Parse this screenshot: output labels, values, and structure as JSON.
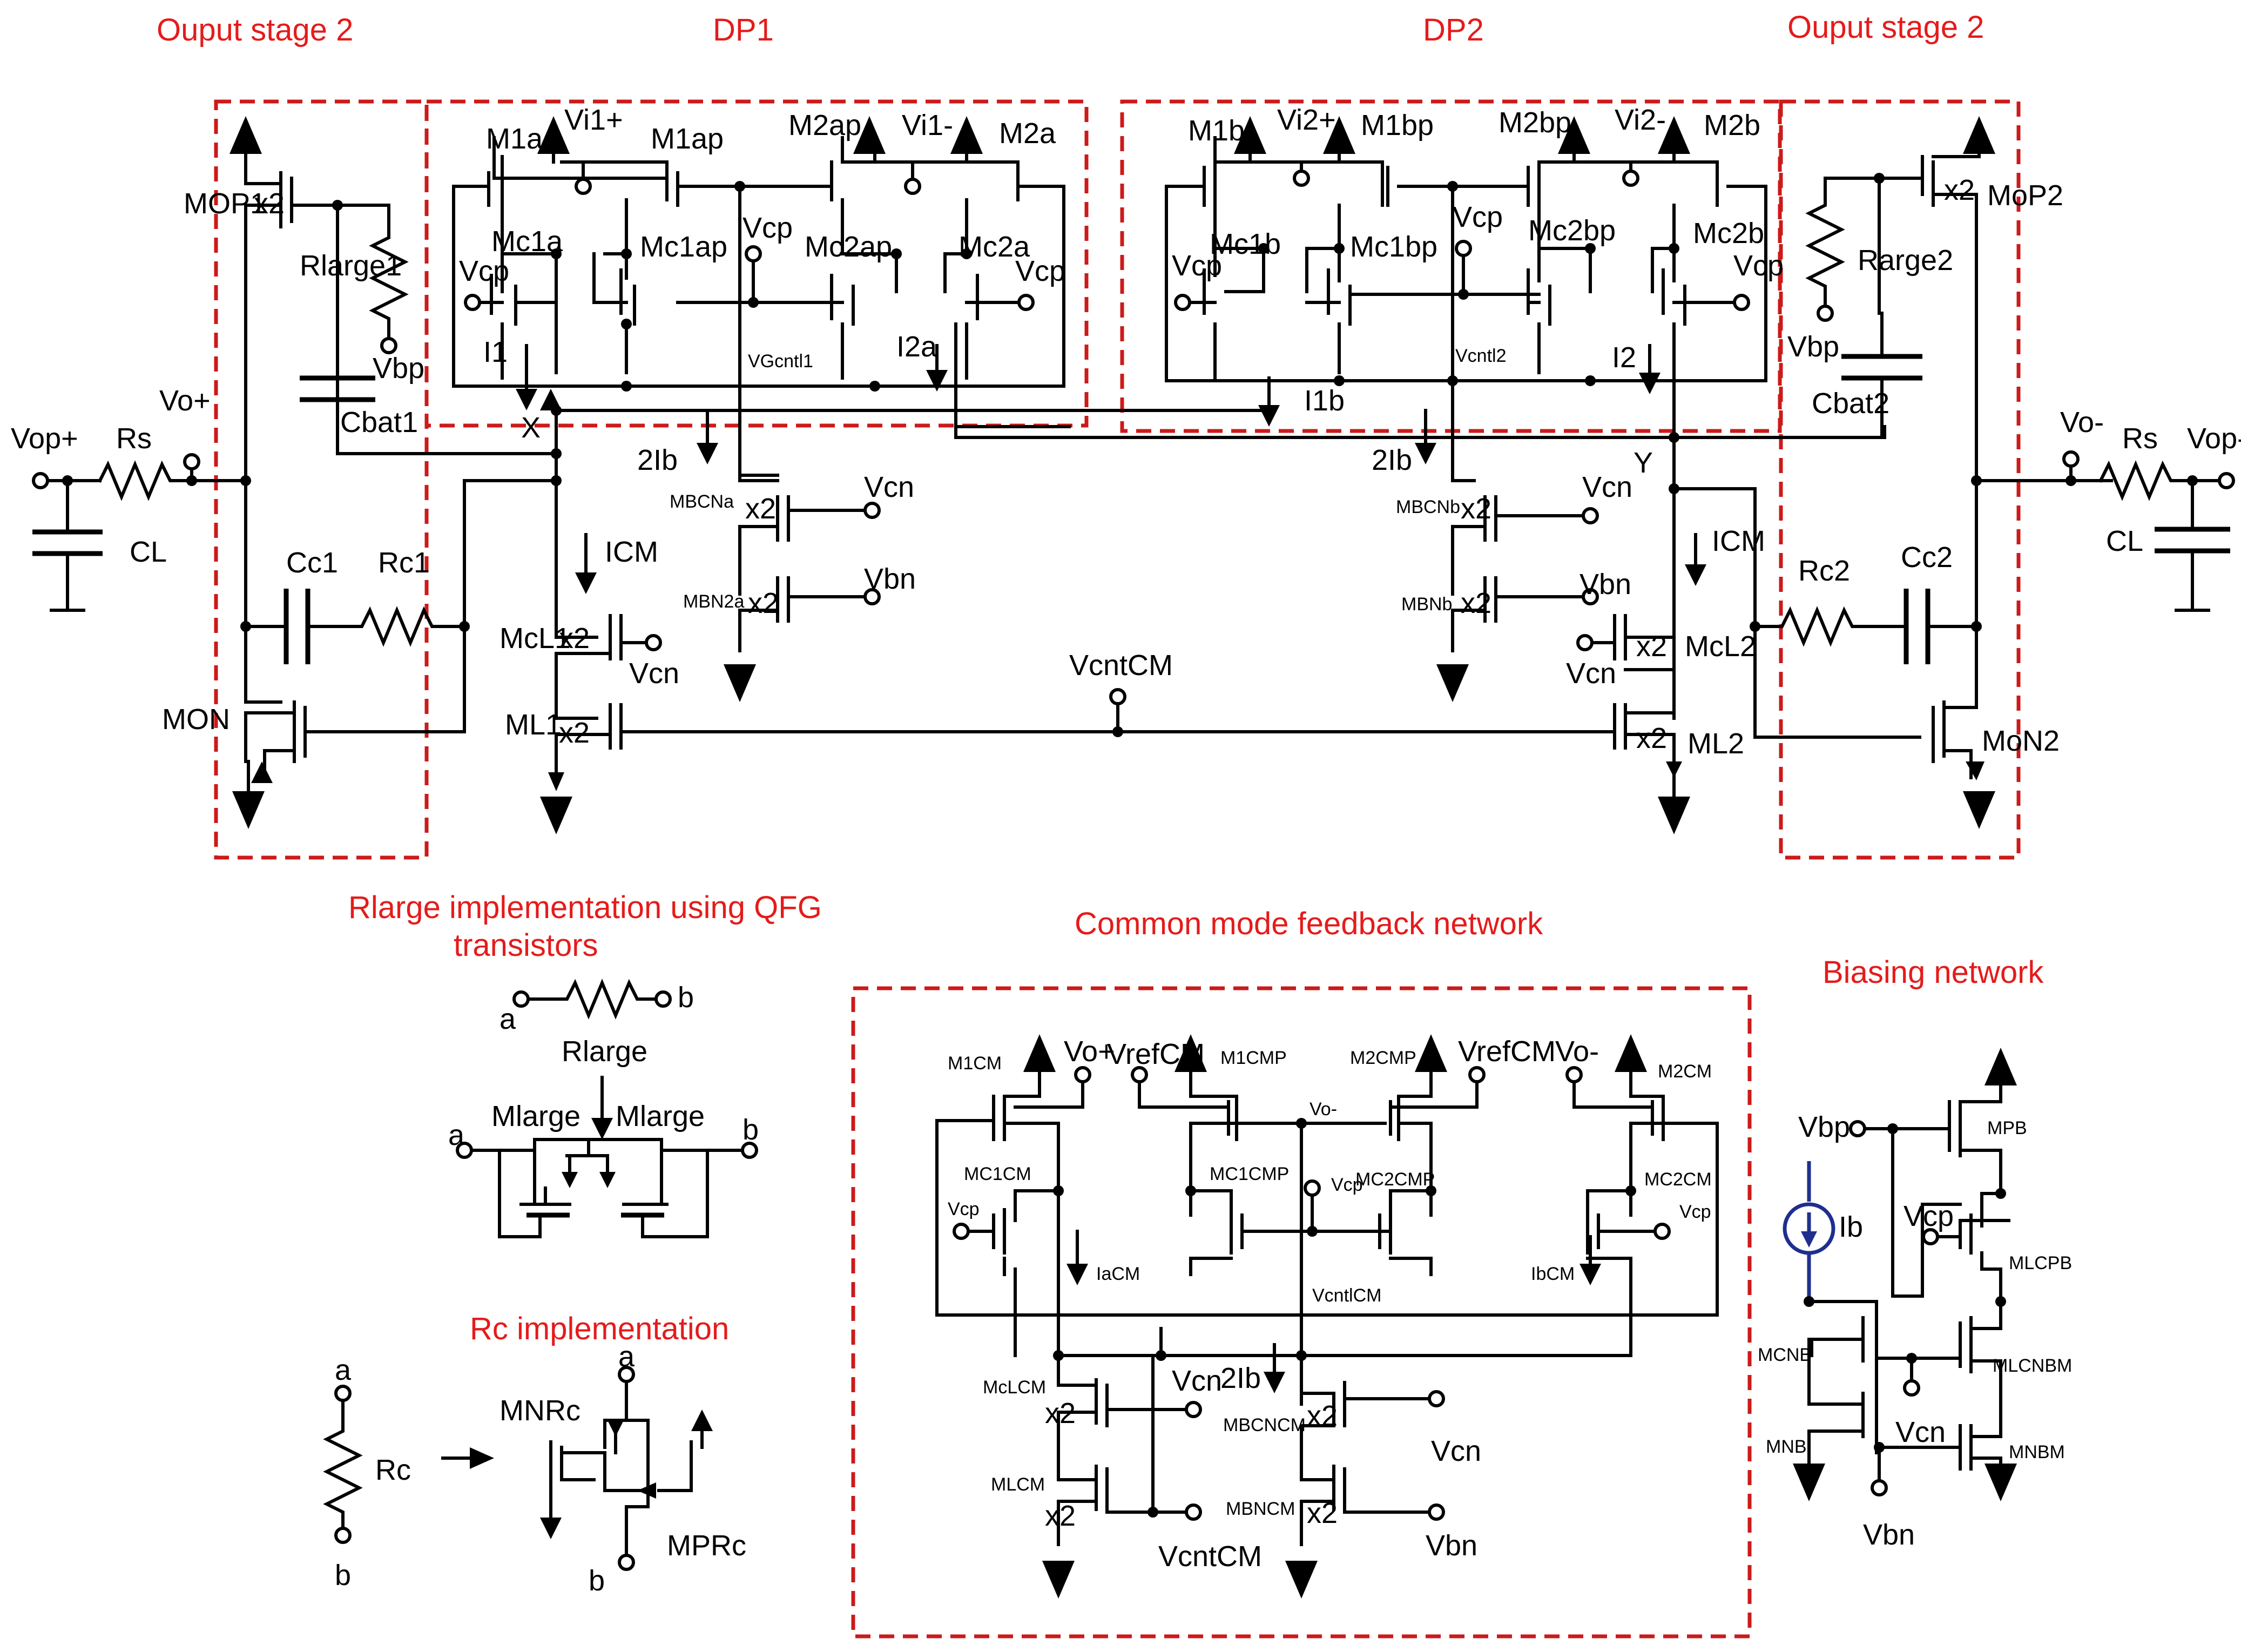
{
  "sections": {
    "output_stage_left": "Ouput stage 2",
    "dp1": "DP1",
    "dp2": "DP2",
    "output_stage_right": "Ouput stage  2",
    "rlarge_impl_line1": "Rlarge implementation using QFG",
    "rlarge_impl_line2": "transistors",
    "rc_impl": "Rc implementation",
    "cmfb": "Common mode feedback network",
    "biasing": "Biasing network"
  },
  "transistors": {
    "mop1": "MOP1",
    "mon": "MON",
    "mop2": "MoP2",
    "mon2": "MoN2",
    "m1a": "M1a",
    "m1ap": "M1ap",
    "m2ap": "M2ap",
    "m2a": "M2a",
    "mc1a": "Mc1a",
    "mc1ap": "Mc1ap",
    "mc2ap": "Mc2ap",
    "mc2a": "Mc2a",
    "m1b": "M1b",
    "m1bp": "M1bp",
    "m2bp": "M2bp",
    "m2b": "M2b",
    "mc1b": "Mc1b",
    "mc1bp": "Mc1bp",
    "mc2bp": "Mc2bp",
    "mc2b": "Mc2b",
    "mbcna": "MBCNa",
    "mbn2a": "MBN2a",
    "mbcnb": "MBCNb",
    "mbnb": "MBNb",
    "mcl1": "McL1",
    "ml1": "ML1",
    "mcl2": "McL2",
    "ml2": "ML2",
    "m1cm": "M1CM",
    "m1cmp": "M1CMP",
    "m2cmp": "M2CMP",
    "m2cm": "M2CM",
    "mc1cm": "MC1CM",
    "mc1cmp": "MC1CMP",
    "mc2cmp": "MC2CMP",
    "mc2cm": "MC2CM",
    "mclcm": "McLCM",
    "mlcm": "MLCM",
    "mbcncm": "MBCNCM",
    "mbncm": "MBNCM",
    "mpb": "MPB",
    "mlcpb": "MLCPB",
    "mcnb": "MCNB",
    "mlcnbm": "MLCNBM",
    "mnb": "MNB",
    "mnbm": "MNBM",
    "mlarge": "Mlarge",
    "mnrc": "MNRc",
    "mprc": "MPRc"
  },
  "nodes": {
    "vop_plus": "Vop+",
    "vo_plus": "Vo+",
    "vop_minus": "Vop-",
    "vo_minus": "Vo-",
    "vi1p": "Vi1+",
    "vi1m": "Vi1-",
    "vi2p": "Vi2+",
    "vi2m": "Vi2-",
    "vcp": "Vcp",
    "vcn": "Vcn",
    "vbn": "Vbn",
    "vbp": "Vbp",
    "vgcntl1": "VGcntl1",
    "vcntl2": "Vcntl2",
    "vcntcm": "VcntCM",
    "vcntlcm": "VcntlCM",
    "vrefcm": "VrefCM",
    "x": "X",
    "y": "Y"
  },
  "components": {
    "rs": "Rs",
    "cl": "CL",
    "cc1": "Cc1",
    "rc1": "Rc1",
    "cc2": "Cc2",
    "rc2": "Rc2",
    "rlarge1": "Rlarge1",
    "cbat1": "Cbat1",
    "rlarge2": "Rarge2",
    "cbat2": "Cbat2",
    "rlarge": "Rlarge",
    "rc": "Rc"
  },
  "currents": {
    "i1": "I1",
    "i2a": "I2a",
    "i1b": "I1b",
    "i2": "I2",
    "two_ib": "2Ib",
    "icm": "ICM",
    "iacm": "IaCM",
    "ibcm": "IbCM",
    "ib": "Ib"
  },
  "misc": {
    "x2": "x2",
    "a": "a",
    "b": "b"
  }
}
